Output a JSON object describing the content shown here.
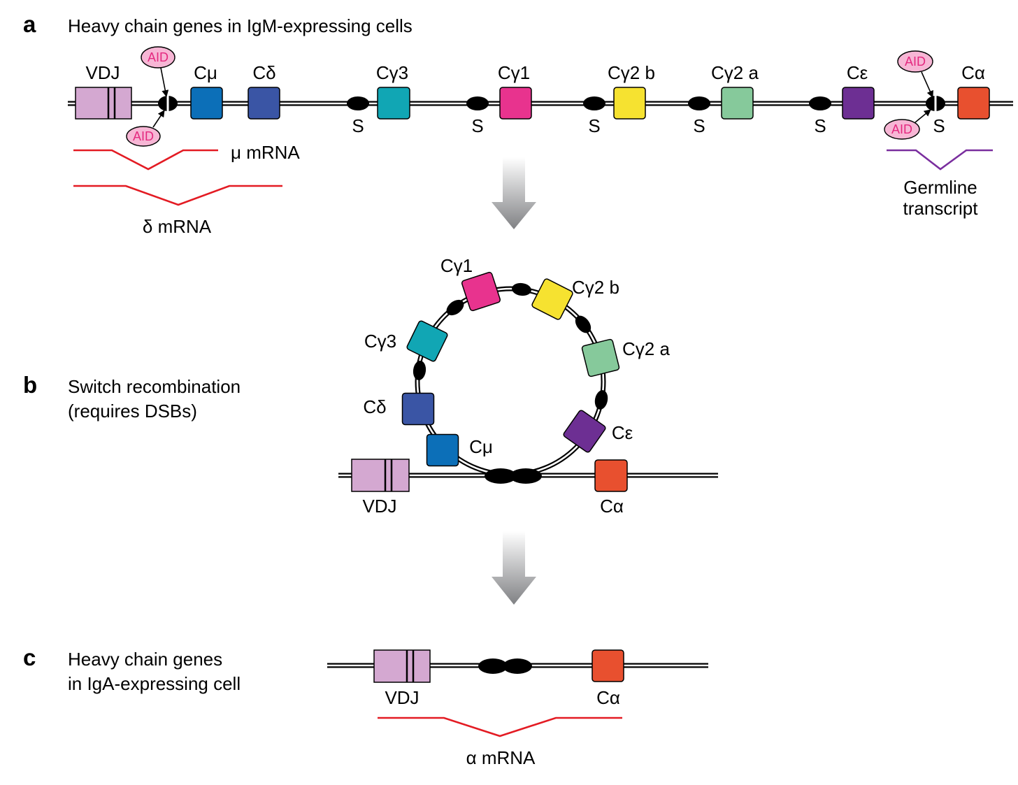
{
  "colors": {
    "vdj": "#d4a8d1",
    "c_mu": "#0c6fb8",
    "c_delta": "#3a55a5",
    "c_gamma3": "#11a6b4",
    "c_gamma1": "#e8338e",
    "c_gamma2b": "#f6e230",
    "c_gamma2a": "#86c99b",
    "c_epsilon": "#6d2f93",
    "c_alpha": "#e8502f",
    "aid_bubble": "#f7b6d5",
    "aid_text": "#e4287f",
    "mrna": "#e31b23",
    "germline": "#7a2e9e",
    "switch_recombination_text": "#1f5ca8"
  },
  "panel_a": {
    "letter": "a",
    "title": "Heavy chain genes in IgM-expressing cells",
    "vdj": "VDJ",
    "aid": "AID",
    "switch": "S",
    "genes": {
      "c_mu": "Cμ",
      "c_delta": "Cδ",
      "c_gamma3": "Cγ3",
      "c_gamma1": "Cγ1",
      "c_gamma2b": "Cγ2 b",
      "c_gamma2a": "Cγ2 a",
      "c_epsilon": "Cε",
      "c_alpha": "Cα"
    },
    "mu_mrna": "μ mRNA",
    "delta_mrna": "δ mRNA",
    "germline_transcript": [
      "Germline",
      "transcript"
    ]
  },
  "panel_b": {
    "letter": "b",
    "title": [
      "Switch recombination",
      "(requires DSBs)"
    ],
    "vdj": "VDJ",
    "genes": {
      "c_mu": "Cμ",
      "c_delta": "Cδ",
      "c_gamma3": "Cγ3",
      "c_gamma1": "Cγ1",
      "c_gamma2b": "Cγ2 b",
      "c_gamma2a": "Cγ2 a",
      "c_epsilon": "Cε",
      "c_alpha": "Cα"
    }
  },
  "panel_c": {
    "letter": "c",
    "title": [
      "Heavy chain genes",
      "in IgA-expressing cell"
    ],
    "vdj": "VDJ",
    "c_alpha": "Cα",
    "alpha_mrna": "α mRNA"
  }
}
